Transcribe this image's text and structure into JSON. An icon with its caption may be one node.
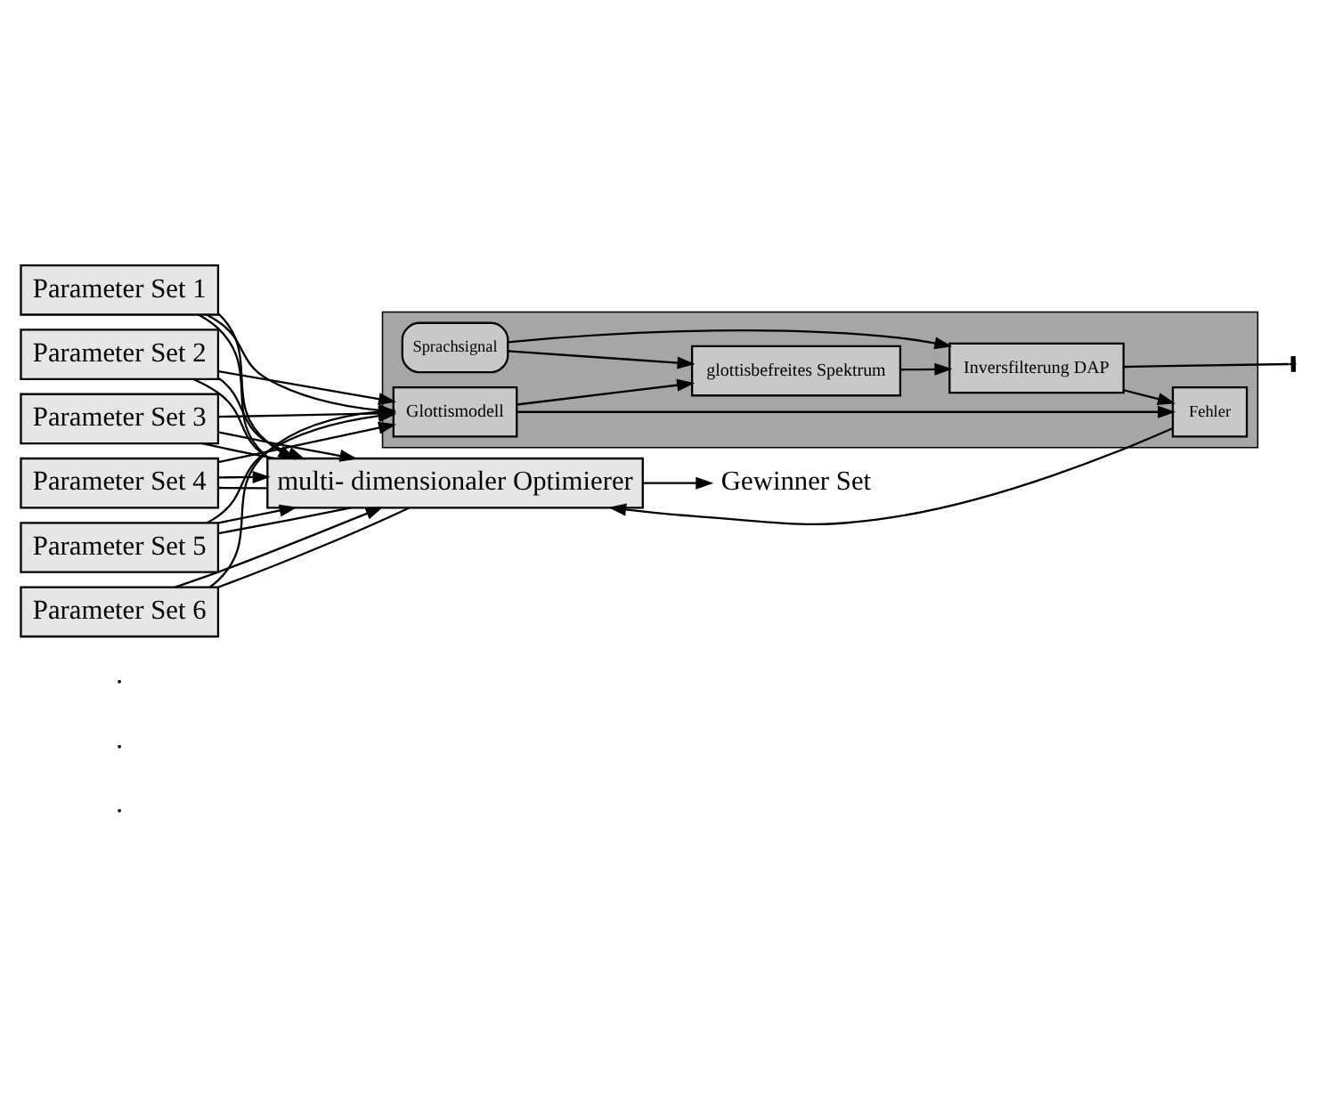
{
  "diagram": {
    "nodes": [
      {
        "text": [
          "Parameter Set 1"
        ]
      },
      {
        "text": [
          "Parameter Set 2"
        ]
      },
      {
        "text": [
          "Parameter Set 3"
        ]
      },
      {
        "text": [
          "Parameter Set 4"
        ]
      },
      {
        "text": [
          "Parameter Set 5"
        ]
      },
      {
        "text": [
          "Parameter Set 6"
        ]
      },
      {
        "text": [],
        "shape": "box"
      },
      {
        "text": [
          "Sprachsignal"
        ],
        "in": 6
      },
      {
        "text": [
          "Glottismodell"
        ],
        "in": 6
      },
      {
        "text": [
          "glottisbefreites Spektrum"
        ],
        "in": 6
      },
      {
        "text": [
          "Inversfilterung DAP"
        ],
        "in": 6
      },
      {
        "text": [
          "Fehler"
        ],
        "in": 6
      },
      {
        "text": [
          "multi- dimensionaler Optimierer"
        ]
      },
      {
        "text": [
          "Gewinner Set"
        ]
      }
    ],
    "edges": [
      {
        "from": 0,
        "to": 8,
        "arrow": "to"
      },
      {
        "from": 1,
        "to": 8,
        "arrow": "to"
      },
      {
        "from": 2,
        "to": 8,
        "arrow": "to"
      },
      {
        "from": 3,
        "to": 8,
        "arrow": "to"
      },
      {
        "from": 4,
        "to": 8,
        "arrow": "to"
      },
      {
        "from": 5,
        "to": 8,
        "arrow": "to"
      },
      {
        "from": 0,
        "to": 12,
        "arrow": "none"
      },
      {
        "from": 1,
        "to": 12,
        "arrow": "none"
      },
      {
        "from": 2,
        "to": 12,
        "arrow": "none"
      },
      {
        "from": 3,
        "to": 12,
        "arrow": "none"
      },
      {
        "from": 4,
        "to": 12,
        "arrow": "none"
      },
      {
        "from": 5,
        "to": 12,
        "arrow": "none"
      },
      {
        "from": 0,
        "to": 12,
        "arrow": "to"
      },
      {
        "from": 1,
        "to": 12,
        "arrow": "to"
      },
      {
        "from": 2,
        "to": 12,
        "arrow": "to"
      },
      {
        "from": 3,
        "to": 12,
        "arrow": "to"
      },
      {
        "from": 4,
        "to": 12,
        "arrow": "to"
      },
      {
        "from": 5,
        "to": 12,
        "arrow": "to"
      },
      {
        "from": 7,
        "to": 9,
        "arrow": "to"
      },
      {
        "from": 7,
        "to": 10,
        "arrow": "to"
      },
      {
        "from": 8,
        "to": 9,
        "arrow": "to"
      },
      {
        "from": 9,
        "to": 10,
        "arrow": "to"
      },
      {
        "from": 8,
        "to": 11,
        "arrow": "to"
      },
      {
        "from": 10,
        "to": 11,
        "arrow": "to"
      },
      {
        "from": 10,
        "to": null,
        "arrow": "other"
      },
      {
        "from": 11,
        "to": 12,
        "arrow": "to"
      },
      {
        "from": 12,
        "to": 13,
        "arrow": "to"
      }
    ],
    "labels": [
      ".",
      ".",
      "."
    ]
  }
}
